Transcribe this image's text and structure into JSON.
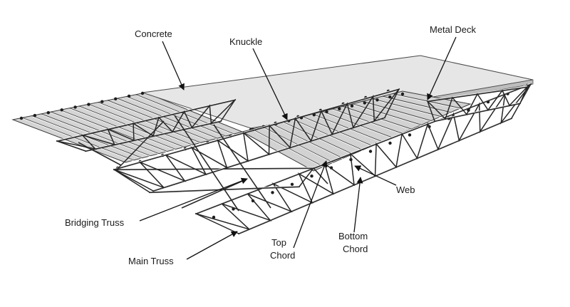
{
  "labels": {
    "concrete": "Concrete",
    "knuckle": "Knuckle",
    "metal_deck": "Metal Deck",
    "web": "Web",
    "bridging_truss": "Bridging Truss",
    "main_truss": "Main Truss",
    "top_chord_line1": "Top",
    "top_chord_line2": "Chord",
    "bottom_chord_line1": "Bottom",
    "bottom_chord_line2": "Chord"
  },
  "colors": {
    "background": "#ffffff",
    "concrete_slab": "#e6e6e6",
    "deck_surface": "#d2d2d2",
    "steel": "#2a2a2a"
  }
}
